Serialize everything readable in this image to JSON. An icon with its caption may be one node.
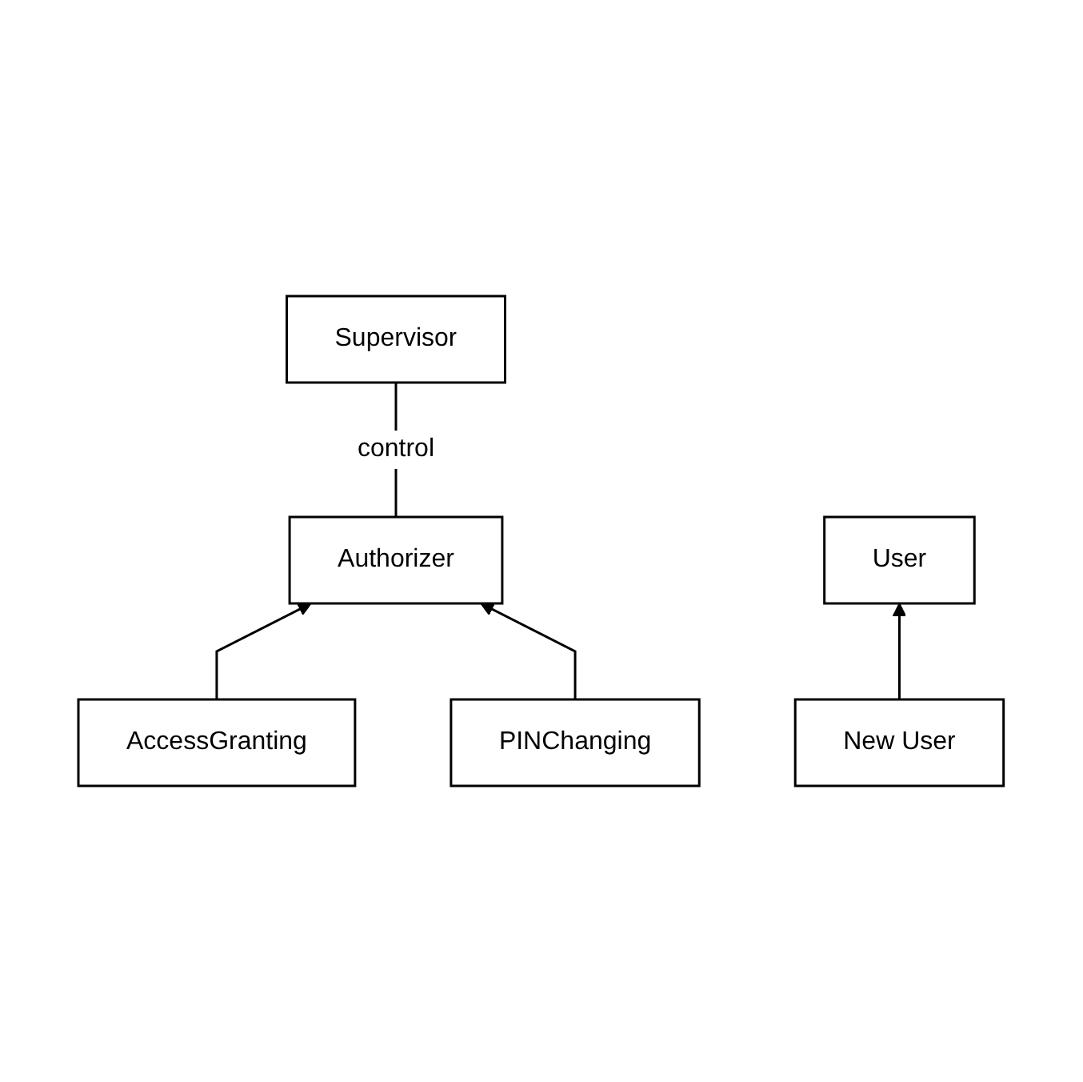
{
  "diagram": {
    "nodes": [
      {
        "text": [
          "Supervisor"
        ]
      },
      {
        "text": [
          "Authorizer"
        ]
      },
      {
        "text": [
          "AccessGranting"
        ]
      },
      {
        "text": [
          "PINChanging"
        ]
      },
      {
        "text": [
          "User"
        ]
      },
      {
        "text": [
          "New User"
        ]
      }
    ],
    "edges": [
      {
        "from": 1,
        "to": 0,
        "arrow": "none",
        "label": "control"
      },
      {
        "from": 2,
        "to": 1,
        "arrow": "to"
      },
      {
        "from": 3,
        "to": 1,
        "arrow": "to"
      },
      {
        "from": 5,
        "to": 4,
        "arrow": "to"
      }
    ]
  }
}
